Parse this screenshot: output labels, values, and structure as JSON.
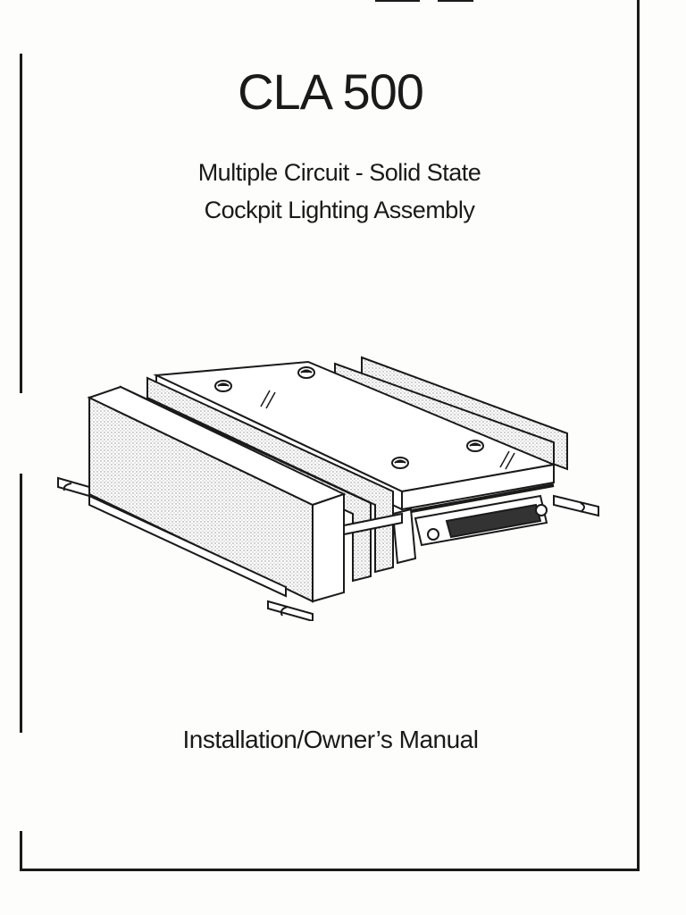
{
  "document": {
    "title": "CLA 500",
    "subtitle_lines": [
      "Multiple Circuit  -  Solid State",
      "Cockpit Lighting Assembly"
    ],
    "manual_label": "Installation/Owner’s Manual",
    "illustration_icon": "lighting-assembly-illustration"
  },
  "colors": {
    "ink": "#1a1a1a",
    "paper": "#fdfdfb",
    "stipple": "#9a9a9a"
  }
}
